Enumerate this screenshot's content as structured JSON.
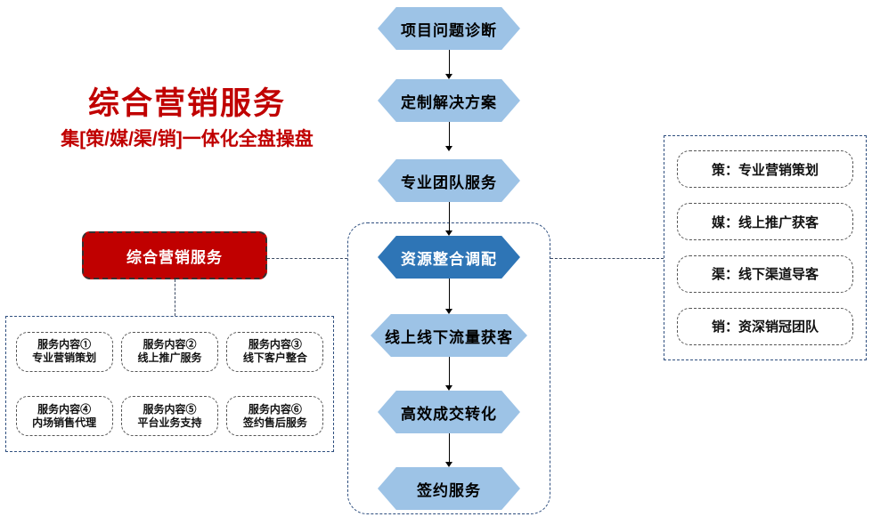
{
  "headline": {
    "title": "综合营销服务",
    "subtitle": "集[策/媒/渠/销]一体化全盘操盘",
    "color": "#C00000"
  },
  "master_box": {
    "label": "综合营销服务",
    "fill": "#C00000",
    "text_color": "#FFFFFF"
  },
  "flow": {
    "accent_color": "#2E75B6",
    "base_color": "#9DC3E6",
    "steps": [
      {
        "label": "项目问题诊断",
        "highlight": false
      },
      {
        "label": "定制解决方案",
        "highlight": false
      },
      {
        "label": "专业团队服务",
        "highlight": false
      },
      {
        "label": "资源整合调配",
        "highlight": true
      },
      {
        "label": "线上线下流量获客",
        "highlight": false
      },
      {
        "label": "高效成交转化",
        "highlight": false
      },
      {
        "label": "签约服务",
        "highlight": false
      }
    ]
  },
  "services": {
    "items": [
      {
        "line1": "服务内容①",
        "line2": "专业营销策划"
      },
      {
        "line1": "服务内容②",
        "line2": "线上推广服务"
      },
      {
        "line1": "服务内容③",
        "line2": "线下客户整合"
      },
      {
        "line1": "服务内容④",
        "line2": "内场销售代理"
      },
      {
        "line1": "服务内容⑤",
        "line2": "平台业务支持"
      },
      {
        "line1": "服务内容⑥",
        "line2": "签约售后服务"
      }
    ]
  },
  "capabilities": {
    "items": [
      {
        "label": "策：专业营销策划"
      },
      {
        "label": "媒：线上推广获客"
      },
      {
        "label": "渠：线下渠道导客"
      },
      {
        "label": "销：资深销冠团队"
      }
    ]
  }
}
